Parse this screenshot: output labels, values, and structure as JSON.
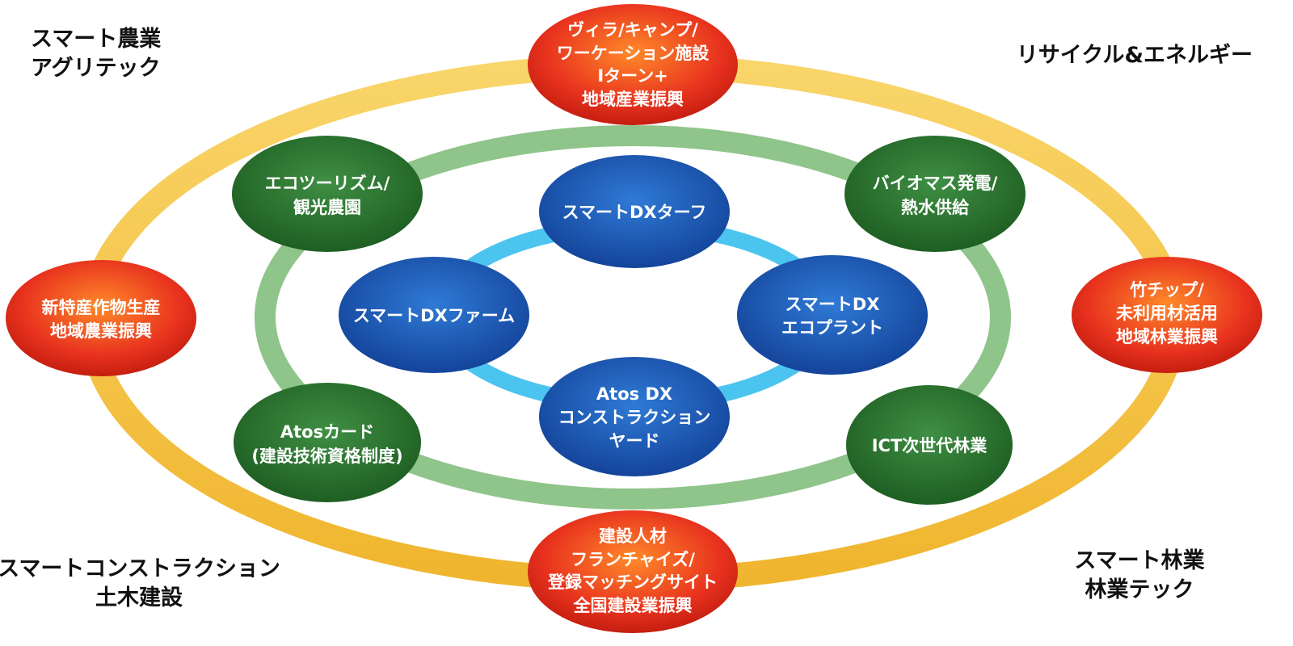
{
  "colors": {
    "outer_ring": "#f5c542",
    "middle_ring": "#8fc48a",
    "inner_ring": "#4cc4f0",
    "red_node": "#e8321e",
    "green_node": "#2e7d32",
    "blue_node": "#1e5fbf",
    "corner_text": "#111111",
    "node_text": "#ffffff"
  },
  "corners": [
    {
      "id": "corner-smart-agri",
      "lines": [
        "スマート農業",
        "アグリテック"
      ],
      "align": "start"
    },
    {
      "id": "corner-recycle-energy",
      "lines": [
        "リサイクル&エネルギー"
      ],
      "align": "end"
    },
    {
      "id": "corner-smart-construction",
      "lines": [
        "スマートコンストラクション",
        "土木建設"
      ],
      "align": "middle"
    },
    {
      "id": "corner-smart-forestry",
      "lines": [
        "スマート林業",
        "林業テック"
      ],
      "align": "middle"
    }
  ],
  "nodes": [
    {
      "id": "node-villa-camp",
      "ring": "outer",
      "color": "red",
      "lines": [
        "ヴィラ/キャンプ/",
        "ワーケーション施設",
        "Iターン+",
        "地域産業振興"
      ]
    },
    {
      "id": "node-new-crop",
      "ring": "outer",
      "color": "red",
      "lines": [
        "新特産作物生産",
        "地域農業振興"
      ]
    },
    {
      "id": "node-bamboo-chip",
      "ring": "outer",
      "color": "red",
      "lines": [
        "竹チップ/",
        "未利用材活用",
        "地域林業振興"
      ]
    },
    {
      "id": "node-construction-talent",
      "ring": "outer",
      "color": "red",
      "lines": [
        "建設人材",
        "フランチャイズ/",
        "登録マッチングサイト",
        "全国建設業振興"
      ]
    },
    {
      "id": "node-ecotourism",
      "ring": "middle",
      "color": "green",
      "lines": [
        "エコツーリズム/",
        "観光農園"
      ]
    },
    {
      "id": "node-biomass",
      "ring": "middle",
      "color": "green",
      "lines": [
        "バイオマス発電/",
        "熱水供給"
      ]
    },
    {
      "id": "node-atos-card",
      "ring": "middle",
      "color": "green",
      "lines": [
        "Atosカード",
        "(建設技術資格制度)"
      ]
    },
    {
      "id": "node-ict-forestry",
      "ring": "middle",
      "color": "green",
      "lines": [
        "ICT次世代林業"
      ]
    },
    {
      "id": "node-dx-turf",
      "ring": "inner",
      "color": "blue",
      "lines": [
        "スマートDXターフ"
      ]
    },
    {
      "id": "node-dx-farm",
      "ring": "inner",
      "color": "blue",
      "lines": [
        "スマートDXファーム"
      ]
    },
    {
      "id": "node-dx-ecoplant",
      "ring": "inner",
      "color": "blue",
      "lines": [
        "スマートDX",
        "エコプラント"
      ]
    },
    {
      "id": "node-dx-construction-yard",
      "ring": "inner",
      "color": "blue",
      "lines": [
        "Atos DX",
        "コンストラクション",
        "ヤード"
      ]
    }
  ]
}
